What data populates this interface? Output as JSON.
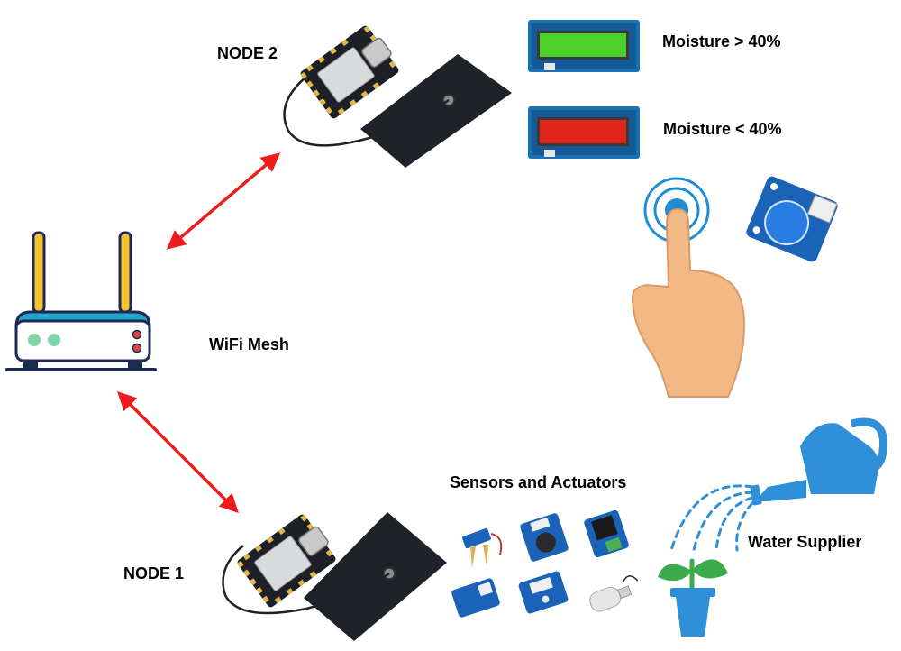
{
  "labels": {
    "node2": "NODE 2",
    "node1": "NODE 1",
    "wifi_mesh": "WiFi Mesh",
    "moisture_high": "Moisture > 40%",
    "moisture_low": "Moisture < 40%",
    "sensors_actuators": "Sensors and Actuators",
    "water_supplier": "Water Supplier"
  },
  "icons": {
    "router": "router-icon",
    "node_board": "microcontroller-board-icon",
    "antenna": "flexible-antenna-icon",
    "lcd_green": "lcd-display-green-icon",
    "lcd_red": "lcd-display-red-icon",
    "touch_hand": "touch-hand-icon",
    "touch_sensor": "touch-sensor-module-icon",
    "watering_can": "watering-can-icon",
    "plant_pot": "plant-pot-icon",
    "link_arrow": "double-arrow-icon"
  },
  "colors": {
    "arrow": "#ee1c1c",
    "lcd_green": "#4cd12a",
    "lcd_red": "#e3261d",
    "router_accent": "#22a5cc",
    "antenna_gold": "#f2c431",
    "water_blue": "#2f8fd8",
    "board_pcb": "#1d2026",
    "antenna_pad": "#1e2229"
  }
}
